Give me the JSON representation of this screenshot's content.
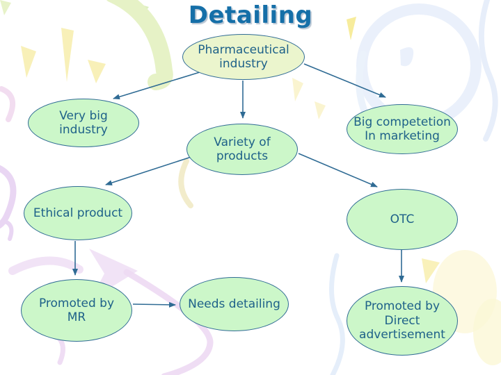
{
  "slide": {
    "title": "Detailing"
  },
  "diagram": {
    "nodes": [
      {
        "id": "pharmaceutical-industry",
        "label": "Pharmaceutical\nindustry"
      },
      {
        "id": "very-big-industry",
        "label": "Very big\nindustry"
      },
      {
        "id": "variety-of-products",
        "label": "Variety of\nproducts"
      },
      {
        "id": "big-competetion-in-marketing",
        "label": "Big competetion\nIn marketing"
      },
      {
        "id": "ethical-product",
        "label": "Ethical product"
      },
      {
        "id": "otc",
        "label": "OTC"
      },
      {
        "id": "promoted-by-mr",
        "label": "Promoted by\nMR"
      },
      {
        "id": "needs-detailing",
        "label": "Needs detailing"
      },
      {
        "id": "promoted-by-direct-advertisement",
        "label": "Promoted by\nDirect\nadvertisement"
      }
    ],
    "edges": [
      {
        "from": "pharmaceutical-industry",
        "to": "very-big-industry"
      },
      {
        "from": "pharmaceutical-industry",
        "to": "variety-of-products"
      },
      {
        "from": "pharmaceutical-industry",
        "to": "big-competetion-in-marketing"
      },
      {
        "from": "variety-of-products",
        "to": "ethical-product"
      },
      {
        "from": "variety-of-products",
        "to": "otc"
      },
      {
        "from": "ethical-product",
        "to": "promoted-by-mr"
      },
      {
        "from": "promoted-by-mr",
        "to": "needs-detailing"
      },
      {
        "from": "otc",
        "to": "promoted-by-direct-advertisement"
      }
    ],
    "colors": {
      "title_text": "#156FA8",
      "node_fill_green": "#CCF7C9",
      "root_fill_yellow_green": "#EBF5CD",
      "node_border": "#2F6B94",
      "node_text": "#1E6189",
      "arrow": "#2F6B94"
    }
  }
}
